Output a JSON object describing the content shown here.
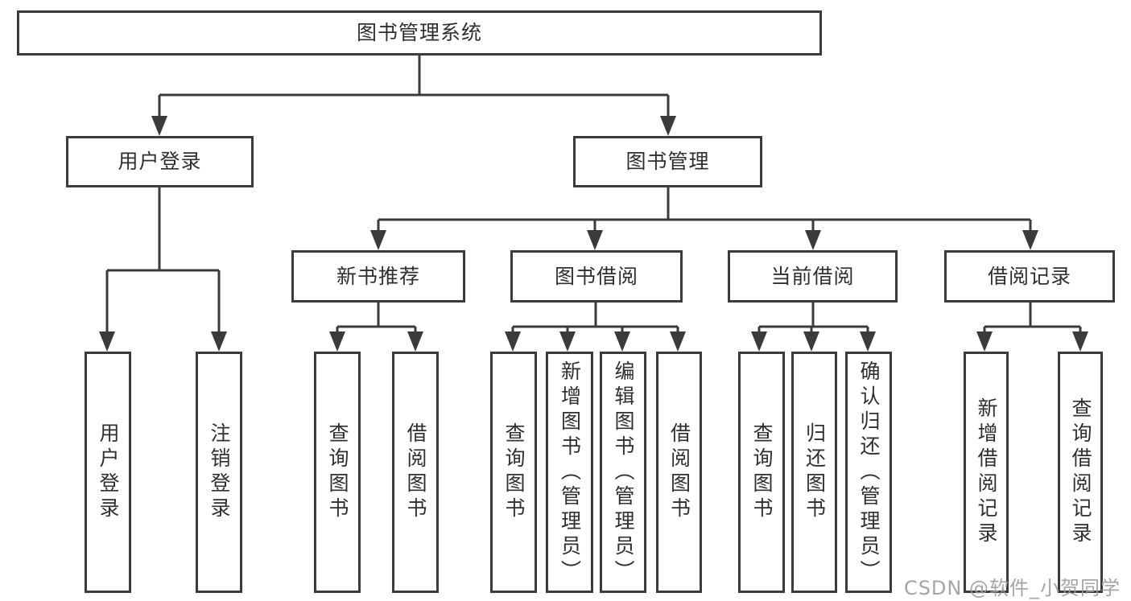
{
  "colors": {
    "line": "#3b3b3b",
    "text": "#2f2f2f",
    "watermark": "#9c9c9c",
    "background": "#ffffff"
  },
  "watermark": "CSDN @软件_小贺同学",
  "diagram": {
    "title": "图书管理系统",
    "nodes": {
      "user_login": "用户登录",
      "book_management": "图书管理",
      "new_book_recommend": "新书推荐",
      "book_borrow": "图书借阅",
      "current_borrow": "当前借阅",
      "borrow_records": "借阅记录",
      "leaf_user_login": "用户登录",
      "leaf_logout": "注销登录",
      "leaf_rec_query": "查询图书",
      "leaf_rec_borrow": "借阅图书",
      "leaf_bor_query": "查询图书",
      "leaf_bor_add": "新增图书（管理员）",
      "leaf_bor_edit": "编辑图书（管理员）",
      "leaf_bor_borrow": "借阅图书",
      "leaf_cur_query": "查询图书",
      "leaf_cur_return": "归还图书",
      "leaf_cur_confirm": "确认归还（管理员）",
      "leaf_records_add": "新增借阅记录",
      "leaf_records_query": "查询借阅记录"
    },
    "hierarchy": {
      "图书管理系统": {
        "用户登录": [
          "用户登录",
          "注销登录"
        ],
        "图书管理": {
          "新书推荐": [
            "查询图书",
            "借阅图书"
          ],
          "图书借阅": [
            "查询图书",
            "新增图书（管理员）",
            "编辑图书（管理员）",
            "借阅图书"
          ],
          "当前借阅": [
            "查询图书",
            "归还图书",
            "确认归还（管理员）"
          ],
          "借阅记录": [
            "新增借阅记录",
            "查询借阅记录"
          ]
        }
      }
    }
  }
}
